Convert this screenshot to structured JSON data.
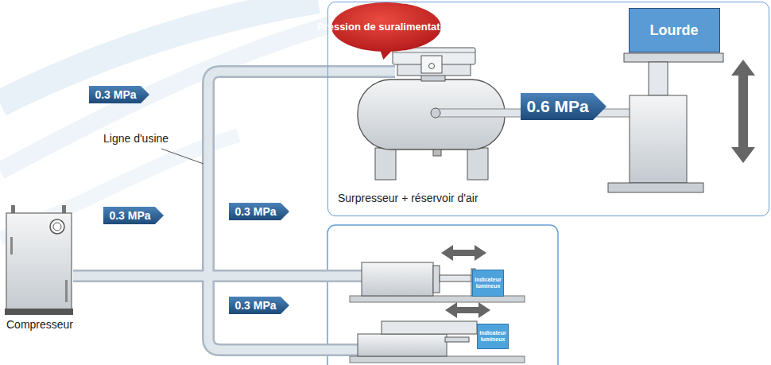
{
  "diagram": {
    "nodes": [
      {
        "text": [
          "0.3 MPa"
        ]
      },
      {
        "text": [
          "Surpresseur + réservoir d'air"
        ]
      },
      {
        "text": [
          "Pression de suralimentation"
        ],
        "in": 1
      },
      {
        "text": [
          "0.6 MPa"
        ],
        "in": 1
      },
      {
        "text": [
          "Lourde"
        ],
        "in": 1
      },
      {
        "text": [
          "0.3 MPa"
        ]
      },
      {
        "text": [
          "0.3 MPa"
        ]
      },
      {
        "text": [
          "Indicateur lumineux"
        ]
      },
      {
        "text": [
          "0.3 MPa"
        ]
      },
      {
        "text": [
          "Indicateur lumineux"
        ]
      }
    ],
    "labels": [
      "Ligne d'usine",
      "Compresseur"
    ]
  }
}
